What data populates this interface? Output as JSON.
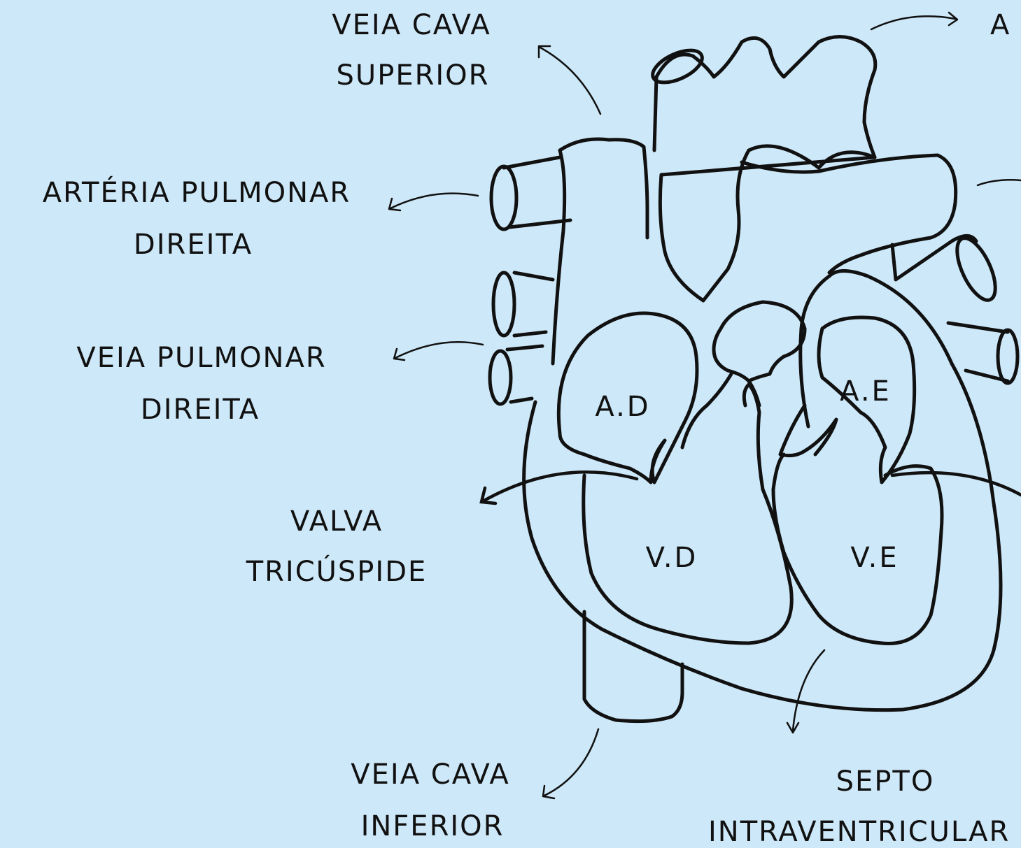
{
  "labels": {
    "veia_cava_superior_l1": "VEIA CAVA",
    "veia_cava_superior_l2": "SUPERIOR",
    "arteria_pulmonar_direita_l1": "ARTÉRIA PULMONAR",
    "arteria_pulmonar_direita_l2": "DIREITA",
    "veia_pulmonar_direita_l1": "VEIA PULMONAR",
    "veia_pulmonar_direita_l2": "DIREITA",
    "valva_tricuspide_l1": "VALVA",
    "valva_tricuspide_l2": "TRICÚSPIDE",
    "veia_cava_inferior_l1": "VEIA CAVA",
    "veia_cava_inferior_l2": "INFERIOR",
    "septo_l1": "SEPTO",
    "septo_l2": "INTRAVENTRICULAR",
    "top_right_cut": "A"
  },
  "chambers": {
    "ad": "A.D",
    "ae": "A.E",
    "vd": "V.D",
    "ve": "V.E"
  },
  "colors": {
    "background": "#cde8f8",
    "ink": "#111111"
  }
}
